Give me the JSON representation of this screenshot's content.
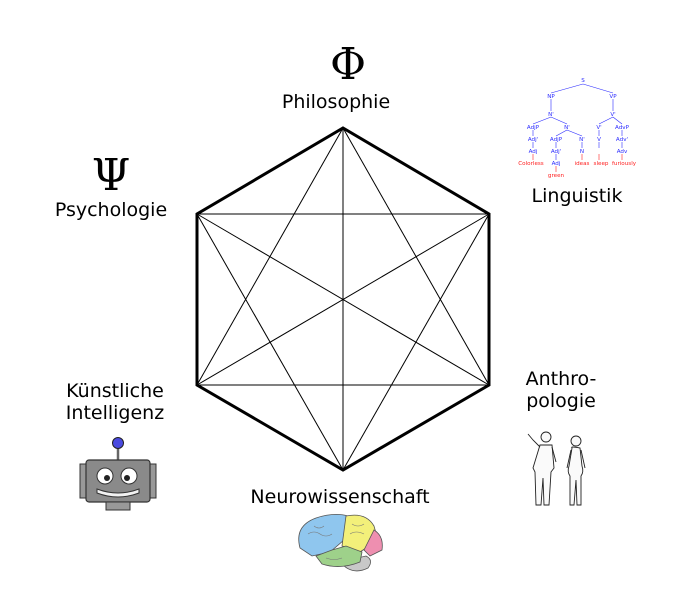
{
  "disciplines": {
    "philosophy": {
      "symbol": "Φ",
      "label": "Philosophie"
    },
    "psychology": {
      "symbol": "Ψ",
      "label": "Psychologie"
    },
    "linguistics": {
      "label": "Linguistik"
    },
    "anthropology": {
      "label_line1": "Anthro-",
      "label_line2": "pologie"
    },
    "ai": {
      "label_line1": "Künstliche",
      "label_line2": "Intelligenz"
    },
    "neuroscience": {
      "label": "Neurowissenschaft"
    }
  },
  "syntax_tree": {
    "root": "S",
    "np": "NP",
    "vp": "VP",
    "n_bar": "N'",
    "v_bar": "V'",
    "adjp1": "AdjP",
    "n_bar2": "N'",
    "v_bar2": "V'",
    "advp": "AdvP",
    "adj_bar1": "Adj'",
    "adjp2": "AdjP",
    "n_bar3": "N'",
    "v": "V",
    "adv_bar": "Adv'",
    "adj1": "Adj",
    "adj_bar2": "Adj'",
    "n": "N",
    "adv": "Adv",
    "adj2": "Adj",
    "words": {
      "w1": "Colorless",
      "w2": "green",
      "w3": "ideas",
      "w4": "sleep",
      "w5": "furiously"
    }
  },
  "colors": {
    "tree_node": "#2a2aff",
    "tree_word": "#ff2020",
    "robot_head": "#808080",
    "robot_antenna_ball": "#4a4ae0",
    "brain_frontal": "#8fc6ee",
    "brain_parietal": "#f3f07a",
    "brain_temporal": "#9ed18a",
    "brain_occipital": "#ee8fb0",
    "brain_cerebellum": "#c8c8c8"
  }
}
